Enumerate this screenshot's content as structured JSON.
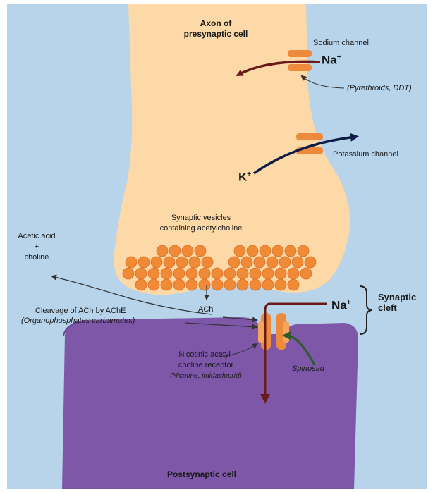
{
  "labels": {
    "axon_line1": "Axon of",
    "axon_line2": "presynaptic cell",
    "sodium_channel": "Sodium channel",
    "na_top": "Na",
    "pyrethroids": "(Pyrethroids, DDT)",
    "potassium_channel": "Potassium channel",
    "k_ion": "K",
    "vesicles_line1": "Synaptic vesicles",
    "vesicles_line2": "containing acetylcholine",
    "acetic_line1": "Acetic acid",
    "acetic_line2": "+",
    "acetic_line3": "choline",
    "ach": "ACh",
    "cleavage": "Cleavage of ACh by AChE",
    "organophosphates": "(Organophosphates carbamates)",
    "na_right": "Na",
    "synaptic_cleft_line1": "Synaptic",
    "synaptic_cleft_line2": "cleft",
    "nicotinic_line1": "Nicotinic acetyl-",
    "nicotinic_line2": "choline receptor",
    "nicotine_imidacloprid": "(Nicotine, imidacloprid)",
    "spinosad": "Spinosad",
    "postsynaptic": "Postsynaptic cell",
    "ion_charge": "+"
  },
  "colors": {
    "background": "#b7d4ea",
    "presynaptic_cell": "#fcd9a6",
    "postsynaptic_cell": "#7e57a8",
    "channel": "#ee8a3c",
    "vesicle": "#f08a36",
    "na_arrow": "#6b1a1a",
    "k_arrow": "#0f1c46",
    "spinosad_arrow": "#2e5a2c"
  },
  "icons": [
    "sodium-channel-icon",
    "potassium-channel-icon",
    "receptor-icon",
    "vesicle-icon"
  ]
}
